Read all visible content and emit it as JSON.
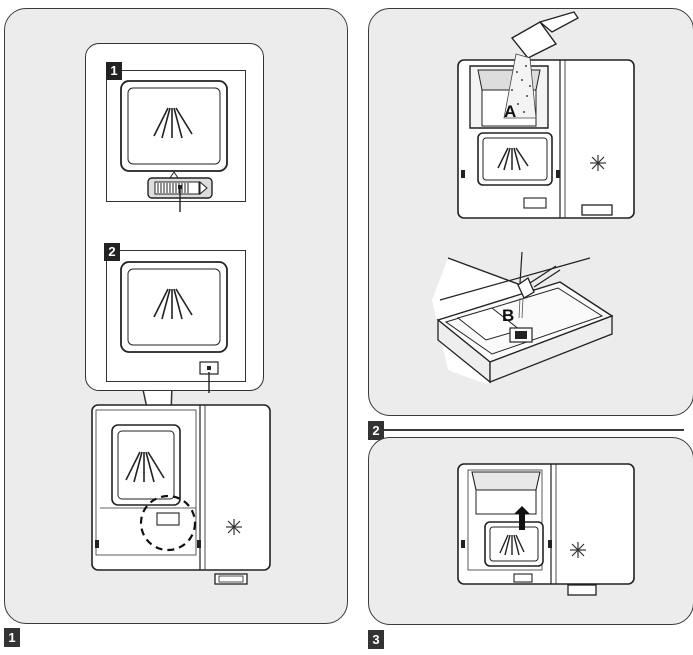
{
  "figure": {
    "panels": [
      {
        "number": "1"
      },
      {
        "number": "2"
      },
      {
        "number": "3"
      }
    ],
    "inset_steps": [
      {
        "number": "1"
      },
      {
        "number": "2"
      }
    ],
    "labels": {
      "a": "A",
      "b": "B"
    }
  }
}
